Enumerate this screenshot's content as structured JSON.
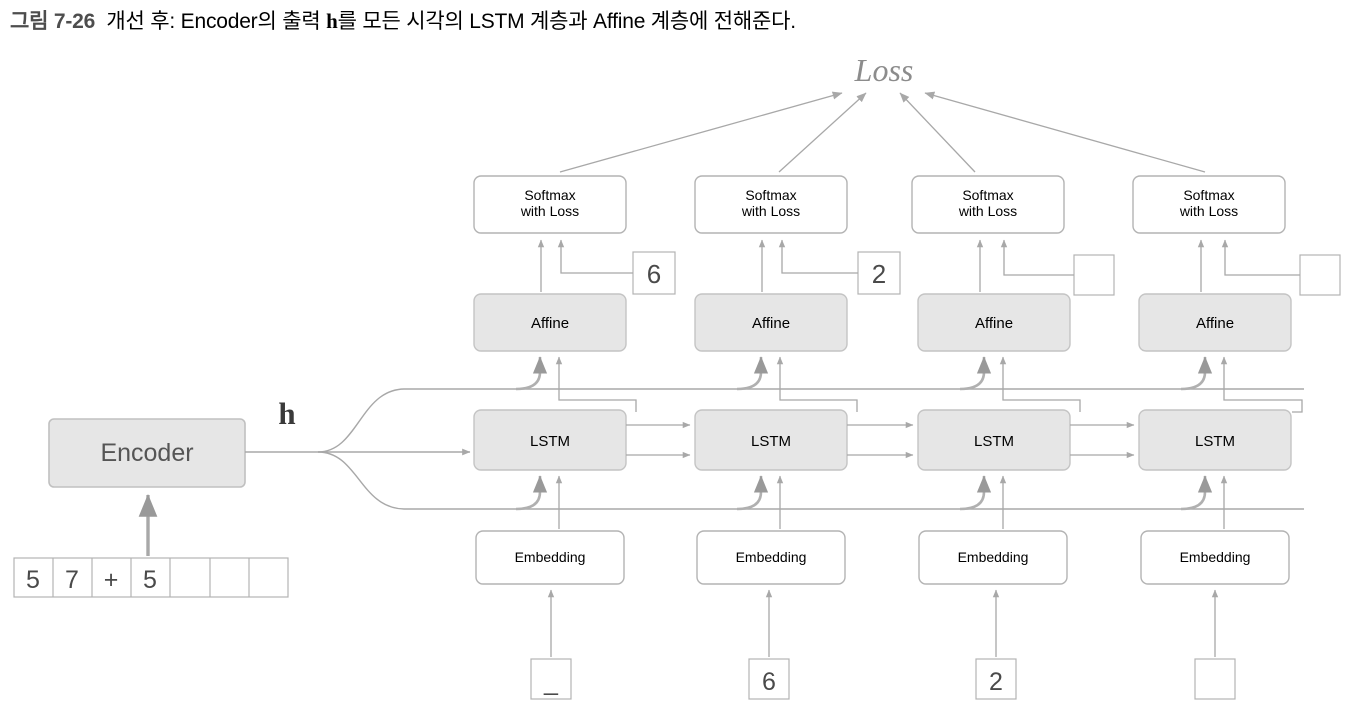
{
  "caption": {
    "figure_number": "그림 7-26",
    "text_before": "개선 후: Encoder의 출력 ",
    "bold_symbol": "h",
    "text_after": "를 모든 시각의 LSTM 계층과 Affine 계층에 전해준다."
  },
  "colors": {
    "box_fill_gray": "#e6e6e6",
    "box_fill_white": "#ffffff",
    "box_stroke": "#b3b3b3",
    "arrow_gray": "#a8a8a8",
    "arrow_gray_dark": "#9a9a9a",
    "text_dark": "#000000",
    "text_gray": "#4a4a4a",
    "loss_gray": "#8c8c8c"
  },
  "loss": {
    "label": "Loss"
  },
  "hidden_state": {
    "label": "h"
  },
  "encoder": {
    "label": "Encoder"
  },
  "encoder_input_sequence": {
    "cells": [
      "5",
      "7",
      "+",
      "5",
      "",
      "",
      ""
    ]
  },
  "columns": [
    {
      "softmax": "Softmax\nwith Loss",
      "softmax_line1": "Softmax",
      "softmax_line2": "with Loss",
      "affine": "Affine",
      "lstm": "LSTM",
      "embedding": "Embedding",
      "teacher_label": "6",
      "input_token": "_"
    },
    {
      "softmax_line1": "Softmax",
      "softmax_line2": "with Loss",
      "affine": "Affine",
      "lstm": "LSTM",
      "embedding": "Embedding",
      "teacher_label": "2",
      "input_token": "6"
    },
    {
      "softmax_line1": "Softmax",
      "softmax_line2": "with Loss",
      "affine": "Affine",
      "lstm": "LSTM",
      "embedding": "Embedding",
      "teacher_label": "",
      "input_token": "2"
    },
    {
      "softmax_line1": "Softmax",
      "softmax_line2": "with Loss",
      "affine": "Affine",
      "lstm": "LSTM",
      "embedding": "Embedding",
      "teacher_label": "",
      "input_token": ""
    }
  ]
}
